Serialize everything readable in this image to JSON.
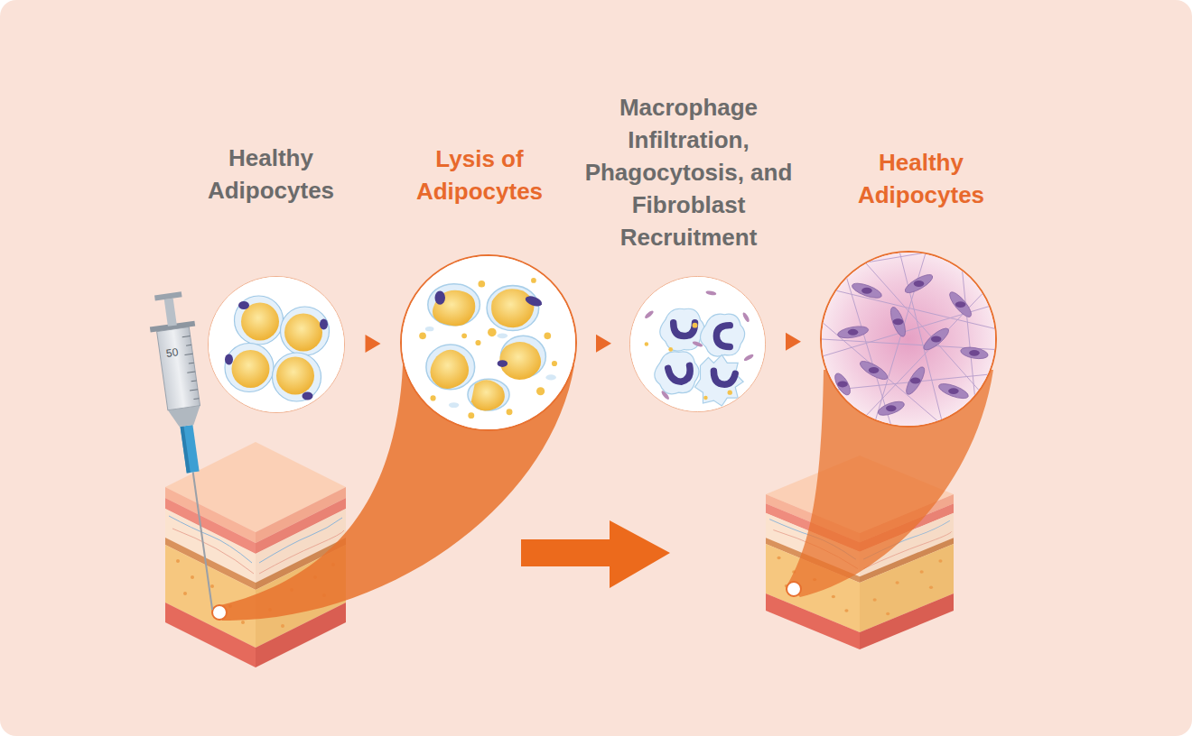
{
  "diagram": {
    "nodes": [
      {
        "text": [
          "Healthy Adipocytes"
        ]
      },
      {
        "text": [
          "Lysis of Adipocytes"
        ]
      },
      {
        "text": [
          "Macrophage Infiltration, Phagocytosis, and Fibroblast Recruitment"
        ]
      },
      {
        "text": [
          "Healthy Adipocytes"
        ]
      }
    ],
    "edges": [
      {
        "from": 0,
        "to": 1,
        "arrow": "to"
      },
      {
        "from": 1,
        "to": 2,
        "arrow": "to"
      },
      {
        "from": 2,
        "to": 3,
        "arrow": "to"
      }
    ],
    "labels": [
      "50"
    ]
  }
}
